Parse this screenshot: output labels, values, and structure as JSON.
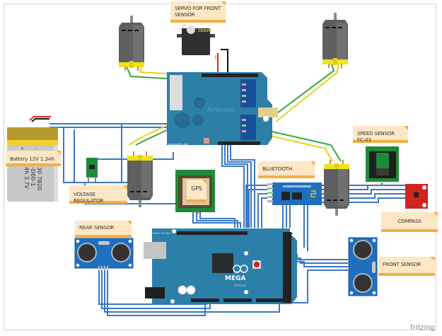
{
  "diagram": {
    "tool_watermark": "fritzing",
    "labels": {
      "servo": "SERVO FOR FRONT SENSOR",
      "battery": "Battery 12V 1.3Ah",
      "voltage_regulator": "VOLTAGE REGULATOR",
      "gps": "GPS",
      "bluetooth": "BLUETOOTH",
      "speed_sensor": "SPEED SENSOR FC-03",
      "compass": "COMPASS",
      "rear_sensor": "REAR SENSOR",
      "front_sensor": "FRONT SENSOR"
    },
    "board_text": {
      "motor_shield": "SNOOTLAB",
      "shield_brand": "Arduino",
      "mega_model": "MEGA",
      "mega_brand": "Arduino",
      "made_in": "MADE IN ITALY",
      "servo_brand": "CEDVO",
      "battery_print": [
        "30 7B20",
        "-D60-1",
        "4h 3.7V"
      ],
      "battery_plus": "+",
      "battery_minus": "-"
    },
    "components": [
      {
        "id": "motor-top-left",
        "type": "dc-motor"
      },
      {
        "id": "motor-top-right",
        "type": "dc-motor"
      },
      {
        "id": "motor-bottom-left",
        "type": "dc-motor"
      },
      {
        "id": "motor-bottom-right",
        "type": "dc-motor"
      },
      {
        "id": "servo",
        "type": "servo"
      },
      {
        "id": "motor-shield",
        "type": "arduino-shield"
      },
      {
        "id": "battery",
        "type": "lipo-battery"
      },
      {
        "id": "voltage-regulator",
        "type": "regulator"
      },
      {
        "id": "gps-module",
        "type": "gps"
      },
      {
        "id": "bluetooth-module",
        "type": "hc-05"
      },
      {
        "id": "speed-sensor",
        "type": "fc-03"
      },
      {
        "id": "compass-module",
        "type": "hmc5883l"
      },
      {
        "id": "rear-ultrasonic",
        "type": "hc-sr04"
      },
      {
        "id": "front-ultrasonic",
        "type": "hc-sr04"
      },
      {
        "id": "arduino-mega",
        "type": "arduino-mega"
      }
    ],
    "colors": {
      "wire_blue": "#3b78c4",
      "wire_green": "#3aa53a",
      "wire_yellow": "#e8d21c",
      "wire_red": "#e02020",
      "wire_black": "#111111",
      "board_teal": "#2b7fa8",
      "pcb_green": "#1f8a3a",
      "note_bg": "#fde7c4",
      "note_border": "#f3b043",
      "motor_body": "#5c5c5c",
      "motor_cap": "#f0e020"
    }
  }
}
